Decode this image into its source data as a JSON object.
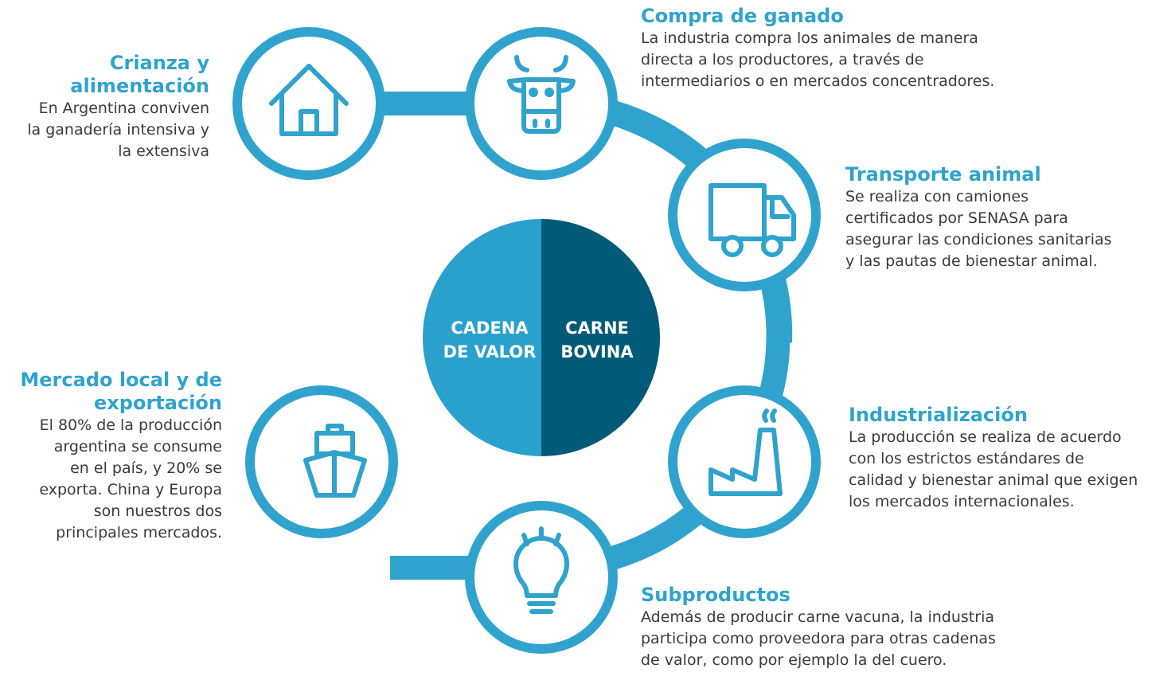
{
  "colors": {
    "accent": "#2fa3cd",
    "ring": "#2fa3cd",
    "center_left": "#2aa1cc",
    "center_right": "#005a78",
    "text": "#3a3a3a",
    "white": "#ffffff"
  },
  "center": {
    "left_label": "CADENA\nDE VALOR",
    "right_label": "CARNE\nBOVINA"
  },
  "stages": [
    {
      "id": "crianza",
      "icon": "house-icon",
      "title": "Crianza y\nalimentación",
      "description": "En Argentina conviven\nla ganadería intensiva y\nla extensiva"
    },
    {
      "id": "compra",
      "icon": "cow-icon",
      "title": "Compra de ganado",
      "description": "La industria compra los animales de manera\ndirecta a los productores, a través de\nintermediarios o en mercados concentradores."
    },
    {
      "id": "transporte",
      "icon": "truck-icon",
      "title": "Transporte animal",
      "description": "Se realiza con camiones\ncertificados por SENASA para\nasegurar las condiciones sanitarias\ny las pautas de bienestar animal."
    },
    {
      "id": "industrializacion",
      "icon": "factory-icon",
      "title": "Industrialización",
      "description": "La producción se realiza de acuerdo\ncon los estrictos estándares de\ncalidad y bienestar animal que exigen\nlos mercados internacionales."
    },
    {
      "id": "subproductos",
      "icon": "lightbulb-icon",
      "title": "Subproductos",
      "description": "Además de producir carne vacuna, la industria\nparticipa como proveedora para otras cadenas\nde valor, como por ejemplo la del cuero."
    },
    {
      "id": "mercado",
      "icon": "ship-icon",
      "title": "Mercado local y de\nexportación",
      "description": "El 80% de la producción\nargentina se consume\nen el país, y 20% se\nexporta. China y Europa\nson nuestros dos\nprincipales mercados."
    }
  ]
}
